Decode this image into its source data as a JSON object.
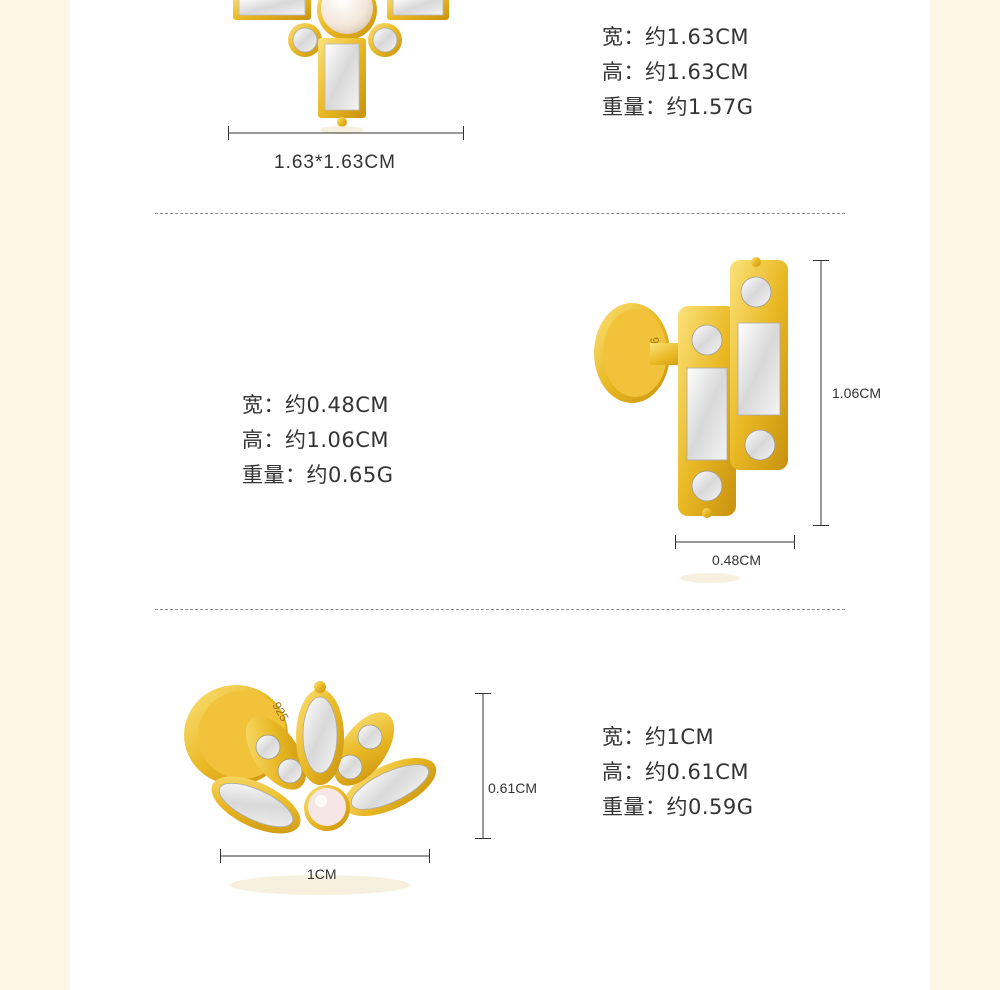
{
  "products": [
    {
      "specs": {
        "width": "宽：约1.63CM",
        "height": "高：约1.63CM",
        "weight": "重量：约1.57G"
      },
      "dimension_label": "1.63*1.63CM"
    },
    {
      "specs": {
        "width": "宽：约0.48CM",
        "height": "高：约1.06CM",
        "weight": "重量：约0.65G"
      },
      "dimension_labels": {
        "height": "1.06CM",
        "width": "0.48CM"
      },
      "engraving": "925"
    },
    {
      "specs": {
        "width": "宽：约1CM",
        "height": "高：约0.61CM",
        "weight": "重量：约0.59G"
      },
      "dimension_labels": {
        "height": "0.61CM",
        "width": "1CM"
      },
      "engraving": "925"
    }
  ],
  "colors": {
    "background": "#fcf6e6",
    "panel": "#ffffff",
    "gold": "#e9b824",
    "gold_light": "#f8dc6a",
    "gold_dark": "#b8860b",
    "text": "#333333",
    "divider": "#8a8a8a"
  }
}
